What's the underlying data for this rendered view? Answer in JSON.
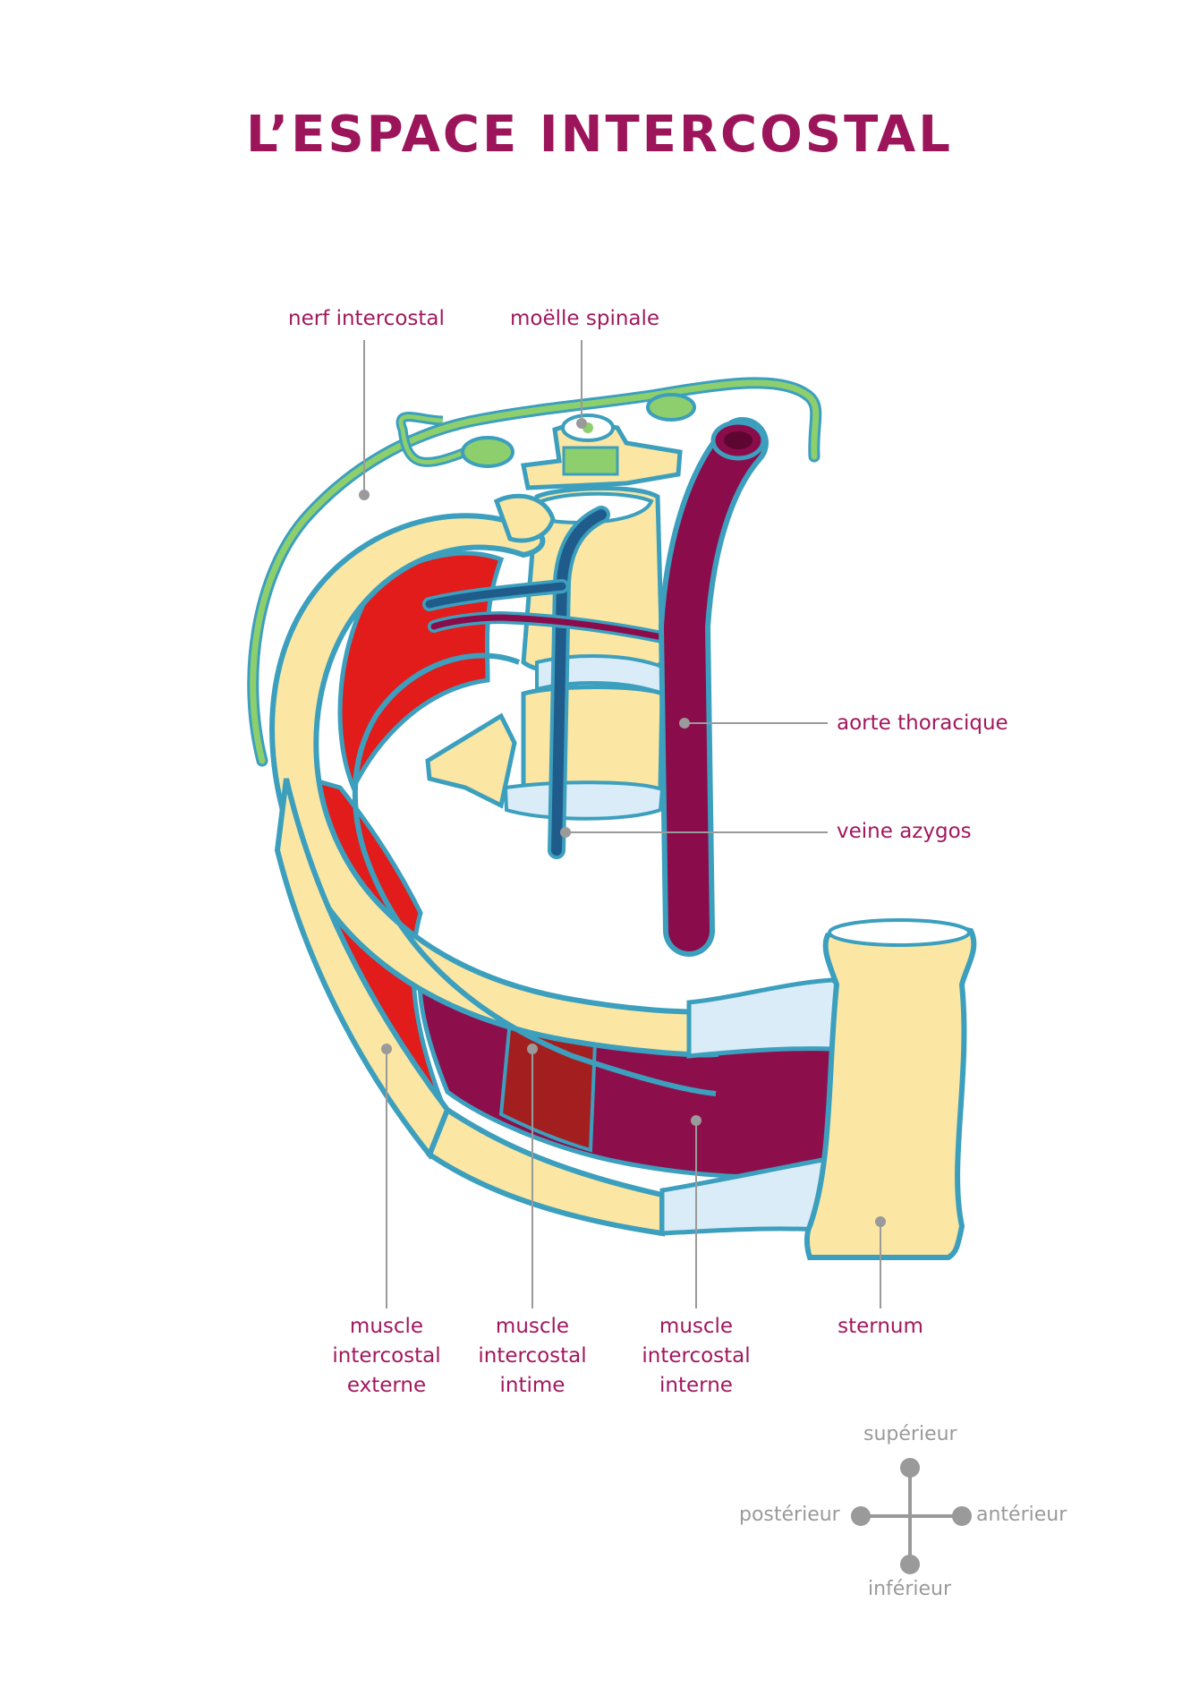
{
  "title": "L’ESPACE INTERCOSTAL",
  "labels": {
    "nerf_intercostal": "nerf intercostal",
    "moelle_spinale": "moëlle spinale",
    "aorte_thoracique": "aorte thoracique",
    "veine_azygos": "veine azygos",
    "muscle_externe": [
      "muscle",
      "intercostal",
      "externe"
    ],
    "muscle_intime": [
      "muscle",
      "intercostal",
      "intime"
    ],
    "muscle_interne": [
      "muscle",
      "intercostal",
      "interne"
    ],
    "sternum": "sternum"
  },
  "orientation": {
    "superieur": "supérieur",
    "inferieur": "inférieur",
    "posterieur": "postérieur",
    "anterieur": "antérieur"
  },
  "colors": {
    "title": "#9c1459",
    "label": "#a1185e",
    "bone": "#fbe7a3",
    "outline": "#3c9fbe",
    "cartilage": "#d9ecf7",
    "muscle_external": "#e21b1b",
    "muscle_internal": "#8c0f4c",
    "muscle_innermost": "#a31f1f",
    "nerve": "#8ccf6c",
    "aorta": "#8a0c4a",
    "azygos": "#1f5c8c",
    "leader": "#9a9a9a"
  }
}
